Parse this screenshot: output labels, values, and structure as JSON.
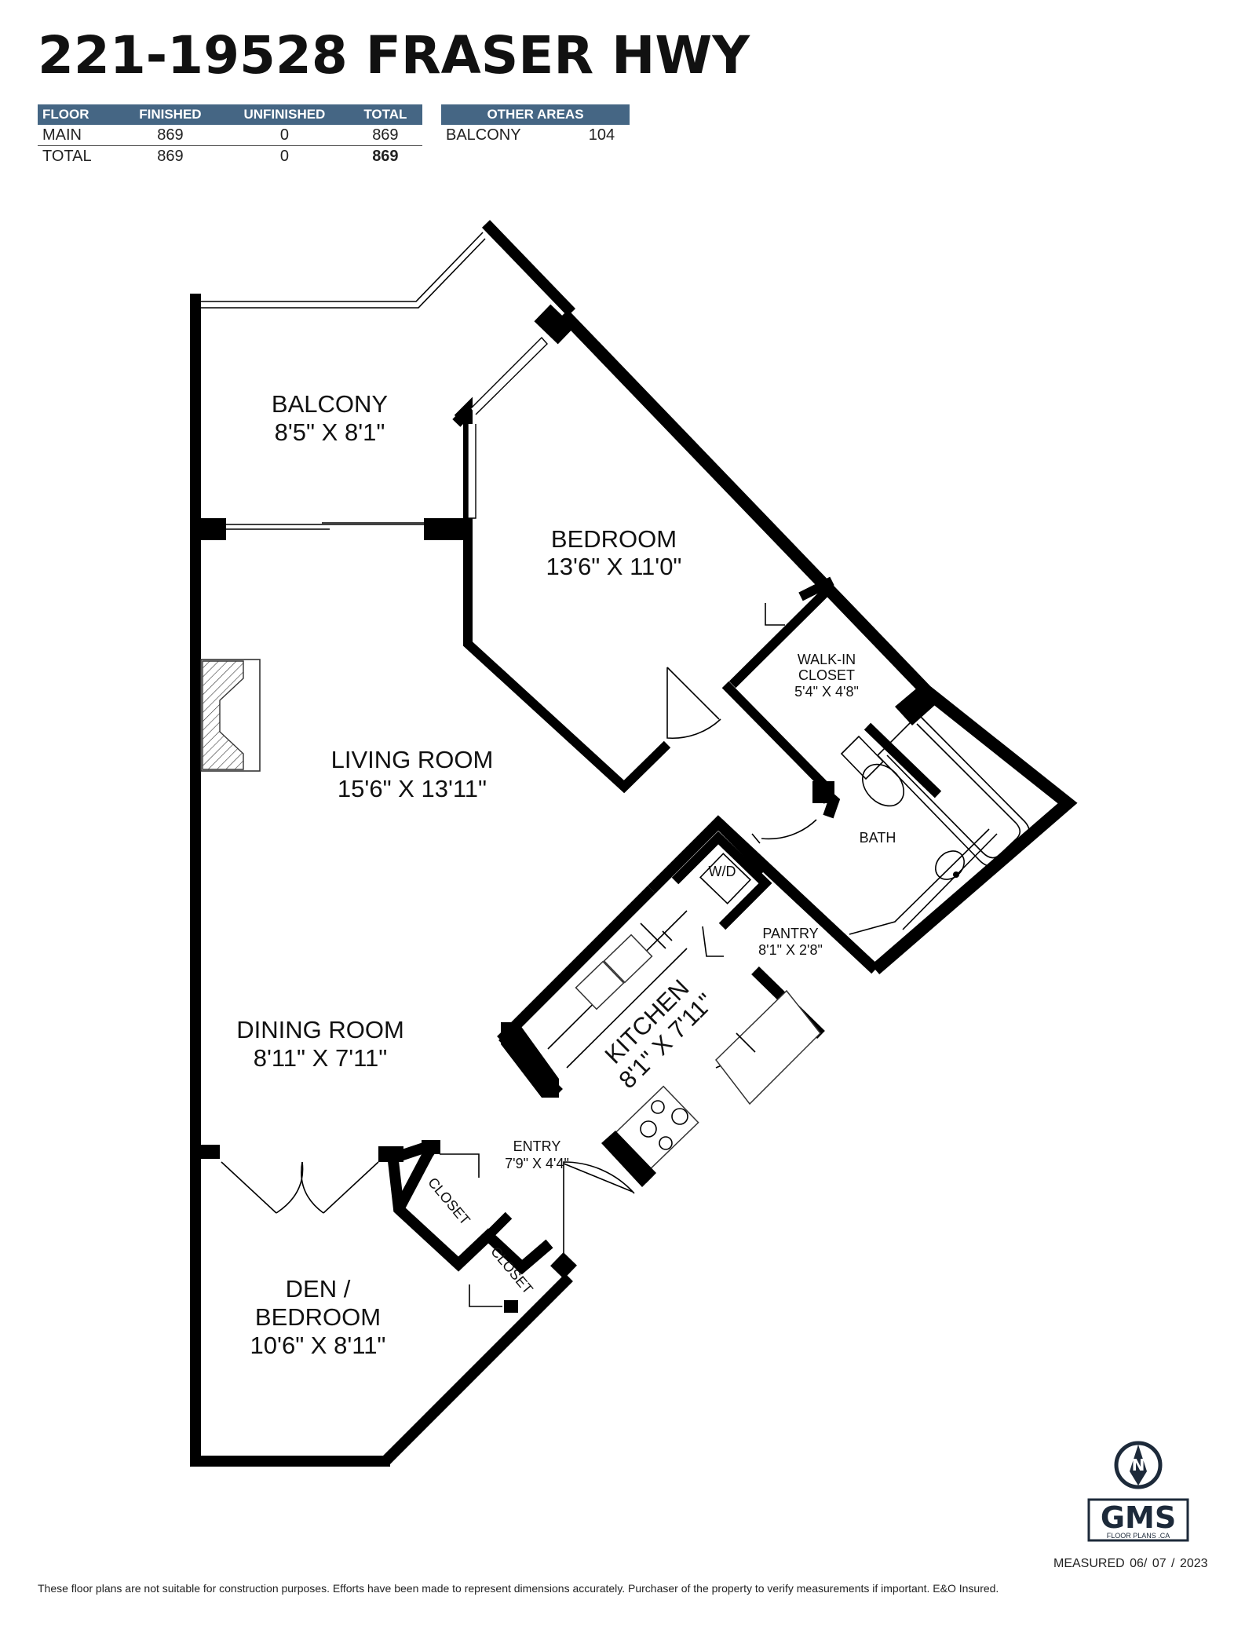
{
  "title": "221-19528 FRASER HWY",
  "floor_table": {
    "headers": [
      "FLOOR",
      "FINISHED",
      "UNFINISHED",
      "TOTAL"
    ],
    "rows": [
      [
        "MAIN",
        "869",
        "0",
        "869"
      ],
      [
        "TOTAL",
        "869",
        "0",
        "869"
      ]
    ]
  },
  "other_areas": {
    "header": "OTHER AREAS",
    "rows": [
      [
        "BALCONY",
        "104"
      ]
    ]
  },
  "rooms": {
    "balcony": {
      "name": "BALCONY",
      "dims": "8'5\" X 8'1\""
    },
    "bedroom": {
      "name": "BEDROOM",
      "dims": "13'6\" X 11'0\""
    },
    "walkin_closet": {
      "name_line1": "WALK-IN",
      "name_line2": "CLOSET",
      "dims": "5'4\" X 4'8\""
    },
    "living_room": {
      "name": "LIVING ROOM",
      "dims": "15'6\" X 13'11\""
    },
    "bath": {
      "name": "BATH"
    },
    "wd": {
      "name": "W/D"
    },
    "pantry": {
      "name": "PANTRY",
      "dims": "8'1\" X 2'8\""
    },
    "kitchen": {
      "name": "KITCHEN",
      "dims": "8'1\" X 7'11\""
    },
    "dining_room": {
      "name": "DINING ROOM",
      "dims": "8'11\" X 7'11\""
    },
    "entry": {
      "name": "ENTRY",
      "dims": "7'9\" X 4'4\""
    },
    "closet1": {
      "name": "CLOSET"
    },
    "closet2": {
      "name": "CLOSET"
    },
    "den": {
      "name_line1": "DEN /",
      "name_line2": "BEDROOM",
      "dims": "10'6\" X 8'11\""
    }
  },
  "logo": {
    "brand": "GMS",
    "sub": "FLOOR PLANS .CA",
    "icon": "compass-north-icon"
  },
  "measured": "MEASURED  06/ 07 / 2023",
  "disclaimer": "These floor plans are not suitable for construction purposes. Efforts have been made to represent dimensions accurately.  Purchaser of the property to verify measurements if important.  E&O Insured."
}
